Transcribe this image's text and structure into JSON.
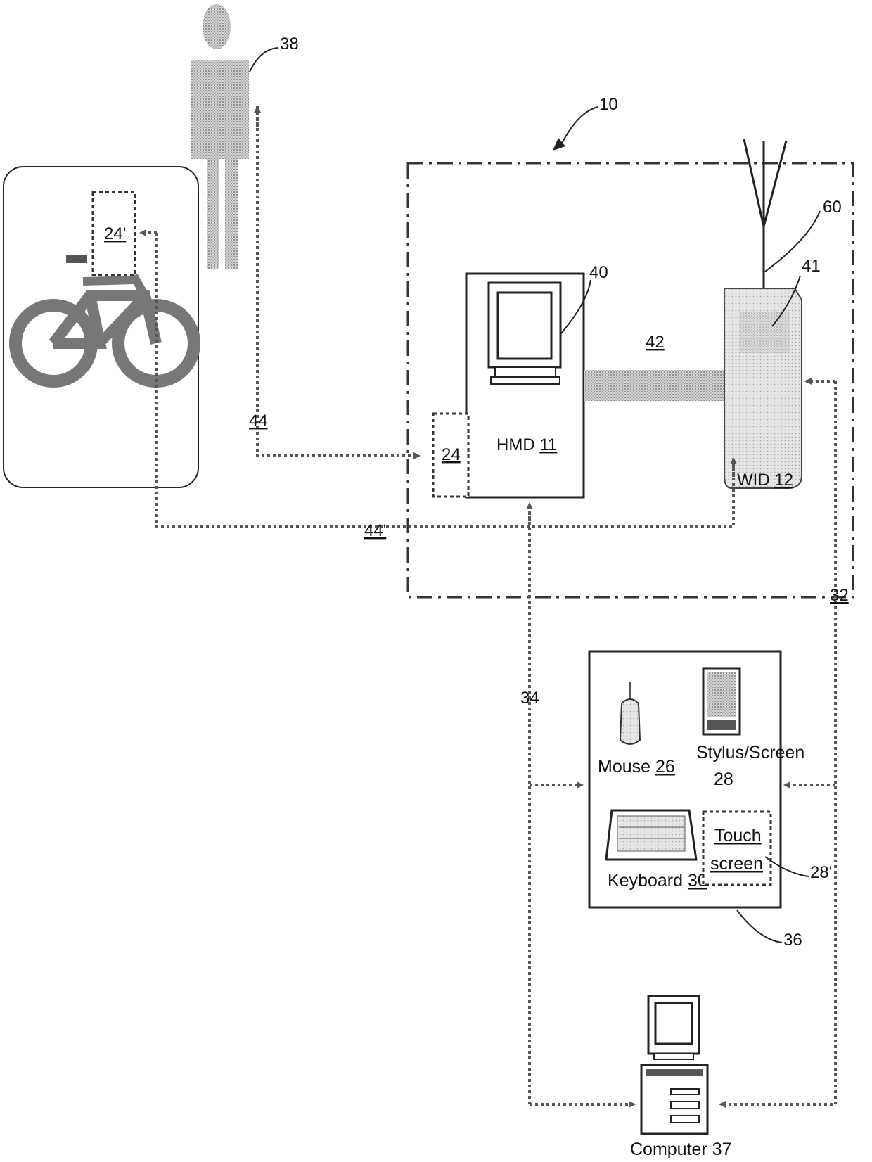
{
  "refs": {
    "system": "10",
    "person": "38",
    "antenna": "60",
    "display_screen": "40",
    "wid_part": "41",
    "link_42": "42",
    "link_44": "44",
    "link_44p": "44'",
    "link_34": "34",
    "link_32": "32",
    "input_group": "36",
    "touch_ref": "28'",
    "sensor_main": "24",
    "sensor_remote": "24'"
  },
  "labels": {
    "hmd_text": "HMD ",
    "hmd_num": "11",
    "wid_text": "WID ",
    "wid_num": "12",
    "mouse_text": "Mouse ",
    "mouse_num": "26",
    "stylus_line1": "Stylus/Screen",
    "stylus_line2": "28",
    "touch_line1": "Touch",
    "touch_line2": "screen",
    "keyboard_text": "Keyboard ",
    "keyboard_num": "30",
    "computer": "Computer 37"
  },
  "colors": {
    "line": "#222222",
    "arrow": "#555555",
    "shade": "#8a8a8a",
    "light_shade": "#bdbdbd"
  }
}
